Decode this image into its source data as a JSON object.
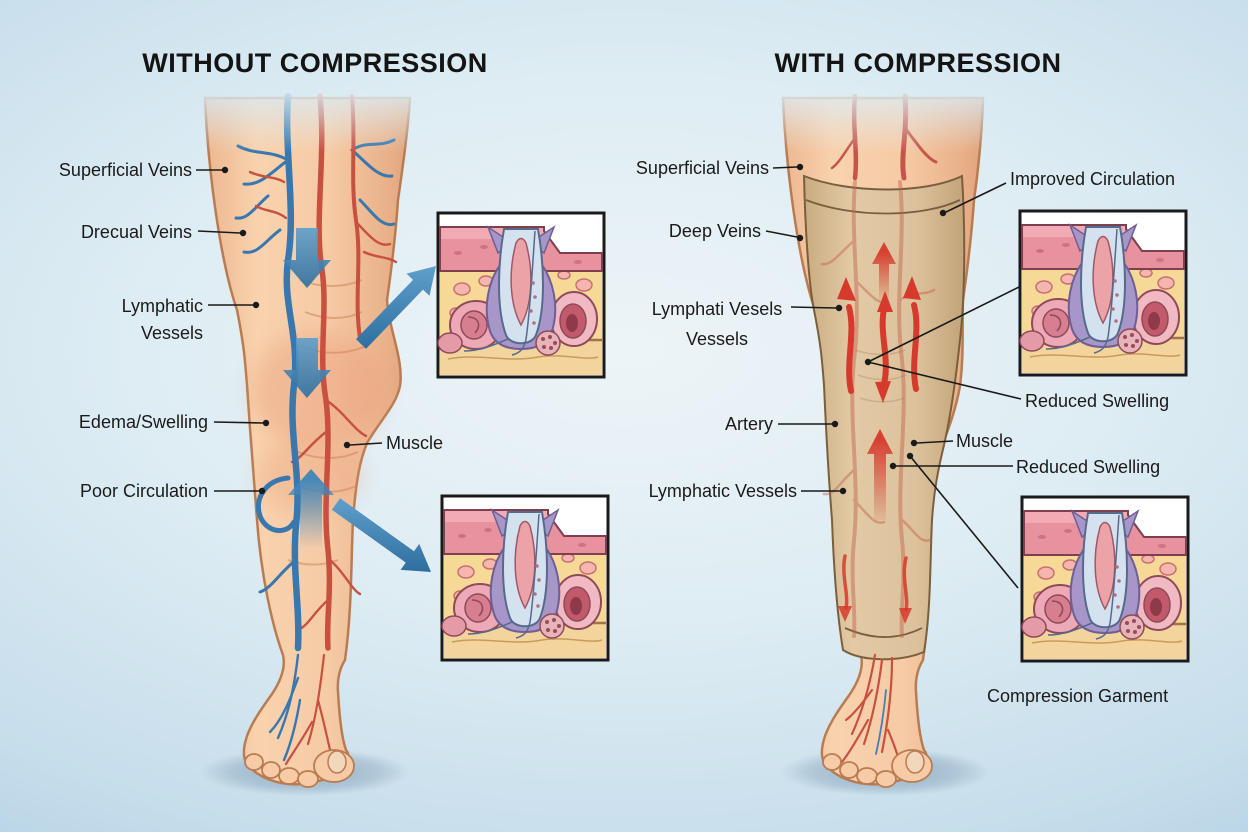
{
  "left_panel": {
    "title": "WITHOUT COMPRESSION",
    "labels": {
      "superficial_veins": "Superficial Veins",
      "drecual_veins": "Drecual Veins",
      "lymphatic_vessels_line1": "Lymphatic",
      "lymphatic_vessels_line2": "Vessels",
      "edema_swelling": "Edema/Swelling",
      "poor_circulation": "Poor Circulation",
      "muscle": "Muscle"
    }
  },
  "right_panel": {
    "title": "WITH COMPRESSION",
    "labels": {
      "superficial_veins": "Superficial Veins",
      "deep_veins": "Deep Veins",
      "improved_circulation": "Improved Circulation",
      "lymphatic_upper_line1": "Lymphati Vesels",
      "lymphatic_upper_line2": "Vessels",
      "artery": "Artery",
      "muscle": "Muscle",
      "reduced_swelling_upper": "Reduced Swelling",
      "reduced_swelling_lower": "Reduced Swelling",
      "lymphatic_vessels": "Lymphatic Vessels",
      "compression_garment": "Compression Garment"
    }
  },
  "colors": {
    "bg-center": "#edf4f7",
    "bg-edge": "#a6c9df",
    "label-color": "#1a1a1a",
    "title-color": "#141414",
    "vein-blue": "#3878ae",
    "artery-red": "#c8503f",
    "flow-arrow-blue": "#3f86b8",
    "flow-arrow-red": "#d63a2c",
    "garment-tan": "#dcc29c",
    "skin": "#f6cba6"
  }
}
